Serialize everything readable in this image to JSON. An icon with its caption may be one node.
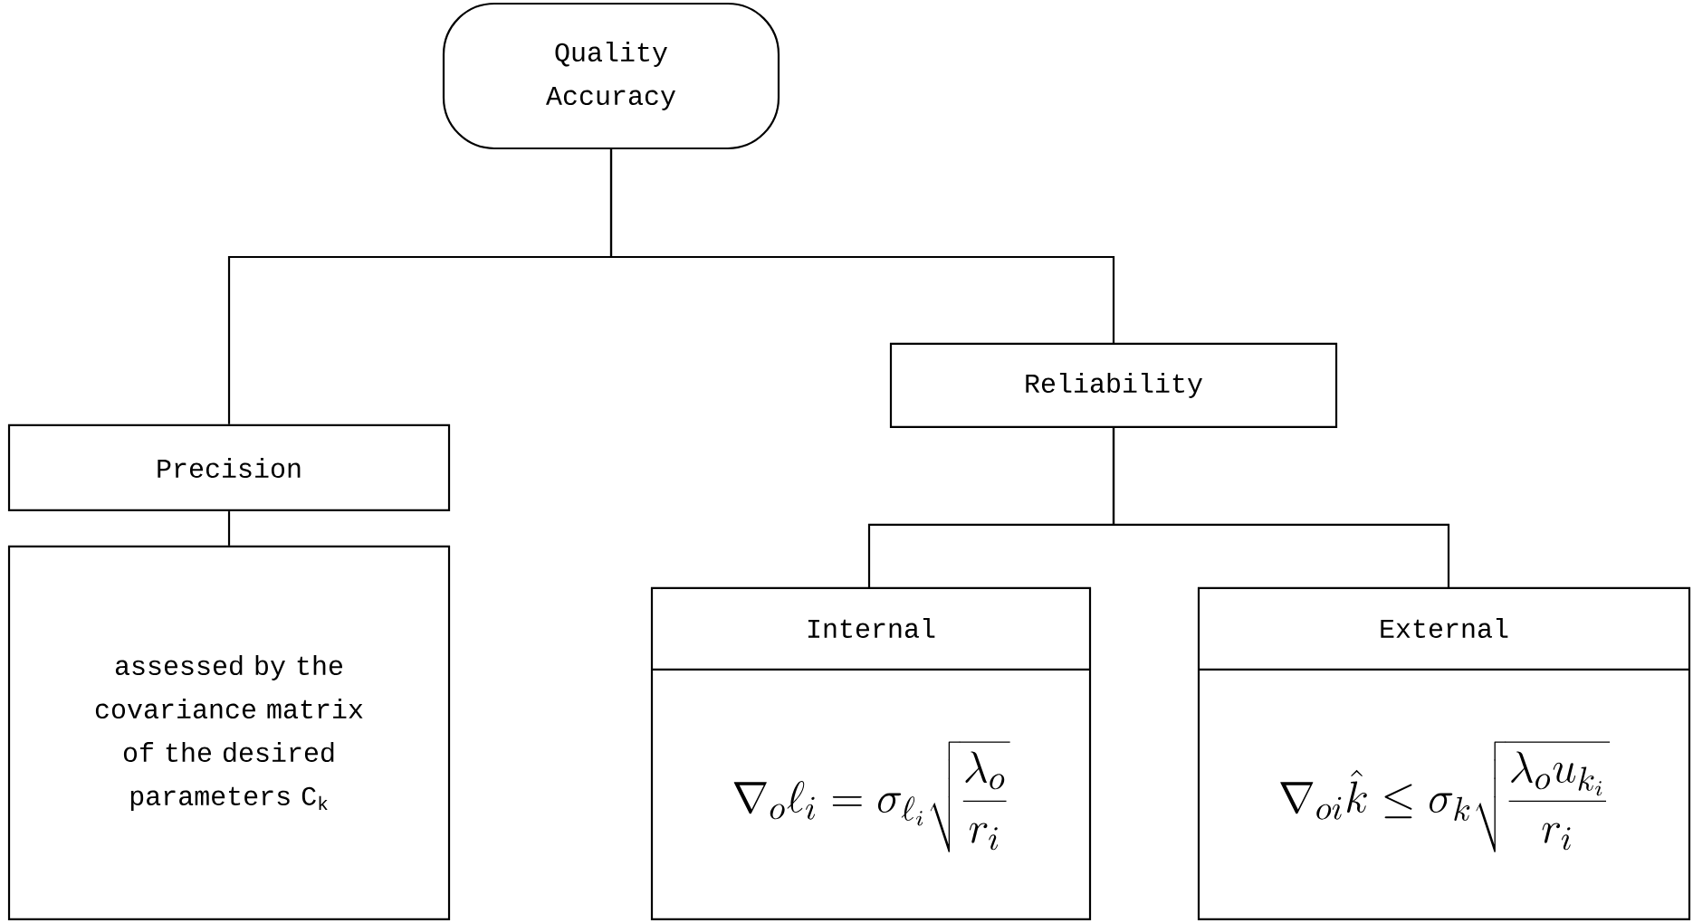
{
  "diagram": {
    "nodes": [
      {
        "text": [
          "Quality Accuracy"
        ]
      },
      {
        "text": [
          "Precision"
        ]
      },
      {
        "text": [
          "Reliability"
        ]
      },
      {
        "text": [
          "assessed by the covariance matrix of the desired parameters C$_{k}$"
        ]
      },
      {
        "text": [
          "Internal",
          "\\nabla_{o}\\ell_{i} = \\sigma_{\\ell_{i}}\\sqrt{\\frac{\\lambda_{o}}{r_{i}}}"
        ]
      },
      {
        "text": [
          "External",
          "\\nabla_{oi}\\hat{k} \\leq \\sigma_{k}\\sqrt{\\frac{\\lambda_{o}u_{k_{i}}}{r_{i}}}"
        ]
      }
    ],
    "edges": [
      {
        "from": 0,
        "to": 1,
        "arrow": "none"
      },
      {
        "from": 0,
        "to": 2,
        "arrow": "none"
      },
      {
        "from": 1,
        "to": 3,
        "arrow": "none"
      },
      {
        "from": 2,
        "to": 4,
        "arrow": "none"
      },
      {
        "from": 2,
        "to": 5,
        "arrow": "none"
      }
    ]
  }
}
